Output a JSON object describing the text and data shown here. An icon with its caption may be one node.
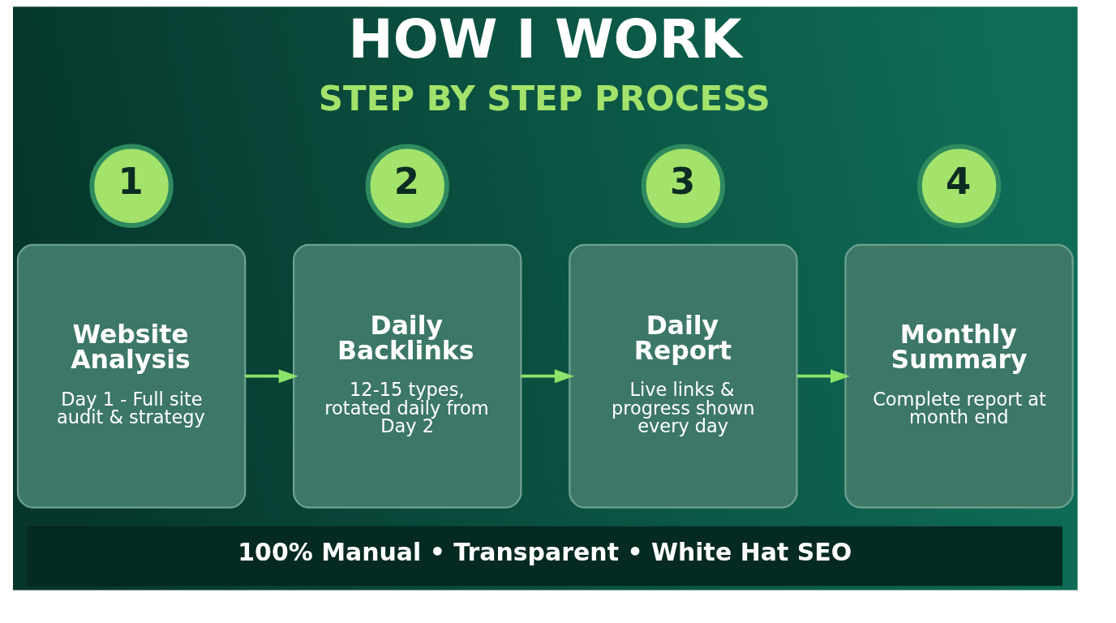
{
  "diagram": {
    "title": "HOW I WORK",
    "nodes": [
      {
        "text": [
          "1"
        ]
      },
      {
        "text": [
          "Website Analysis",
          "Day 1 - Full site audit & strategy"
        ]
      },
      {
        "text": [
          "2"
        ]
      },
      {
        "text": [
          "Daily Backlinks",
          "12-15 types, rotated daily from Day 2"
        ]
      },
      {
        "text": [
          "3"
        ]
      },
      {
        "text": [
          "Daily Report",
          "Live links & progress shown every day"
        ]
      },
      {
        "text": [
          "4"
        ]
      },
      {
        "text": [
          "Monthly Summary",
          "Complete report at month end"
        ]
      },
      {
        "text": [
          "100% Manual • Transparent • White Hat SEO"
        ]
      }
    ],
    "edges": [
      {
        "from": 1,
        "to": 3,
        "arrow": "to"
      },
      {
        "from": 3,
        "to": 5,
        "arrow": "to"
      },
      {
        "from": 5,
        "to": 7,
        "arrow": "to"
      }
    ],
    "labels": [
      "STEP BY STEP PROCESS"
    ]
  }
}
